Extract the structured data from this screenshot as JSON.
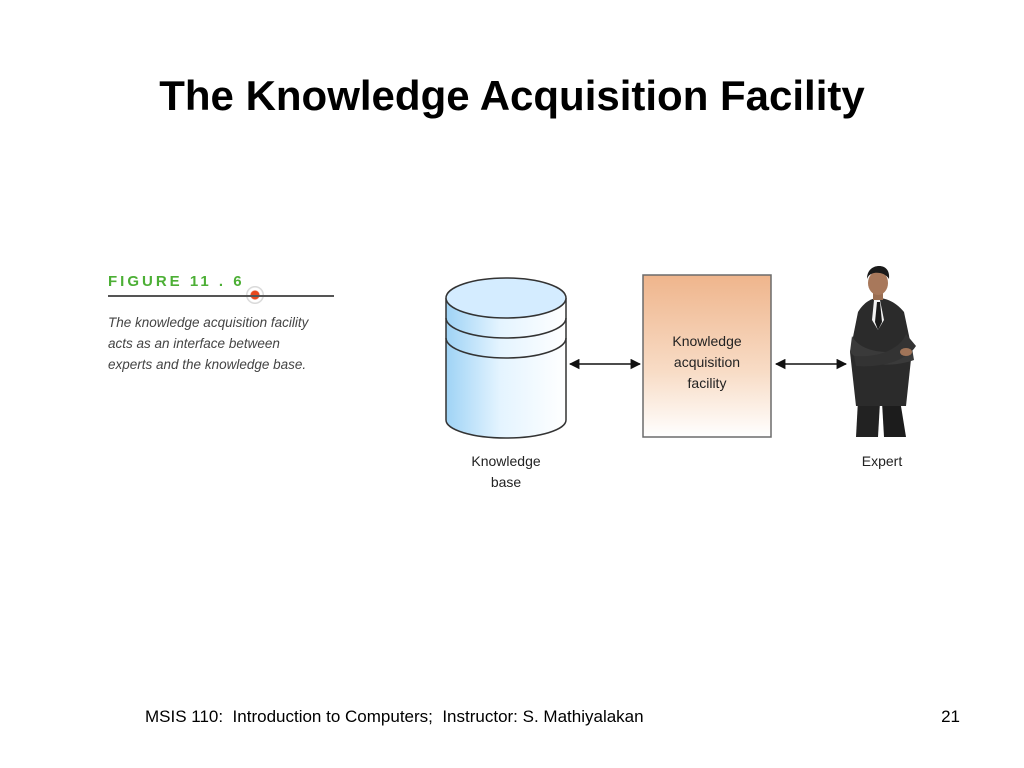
{
  "slide": {
    "title": "The Knowledge Acquisition Facility",
    "figure": {
      "label": "FIGURE 11 . 6",
      "caption_lines": [
        "The knowledge acquisition facility",
        "acts as an interface between",
        "experts and the knowledge base."
      ]
    },
    "diagram": {
      "knowledge_base_label": [
        "Knowledge",
        "base"
      ],
      "facility_label": [
        "Knowledge",
        "acquisition",
        "facility"
      ],
      "expert_label": "Expert",
      "colors": {
        "cylinder_fill": "#d9efff",
        "facility_top": "#f2c29e",
        "facility_bottom": "#ffffff"
      }
    },
    "footer": {
      "course_text": "MSIS 110:  Introduction to Computers;  Instructor: S. Mathiyalakan",
      "page_number": "21"
    }
  }
}
